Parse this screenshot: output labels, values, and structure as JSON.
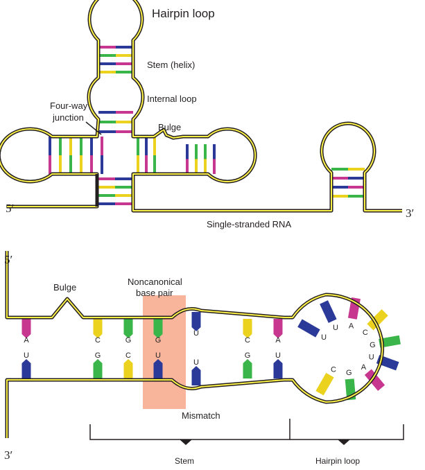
{
  "colors": {
    "A": "#c7378f",
    "U": "#2b3a98",
    "G": "#3ab54a",
    "C": "#ead21f",
    "strand_top": "#fff34a",
    "strand_bottom": "#f7941e",
    "outline": "#231f20",
    "highlight": "#f8a88b"
  },
  "top": {
    "labels": {
      "hairpin_loop": "Hairpin loop",
      "stem_helix": "Stem (helix)",
      "internal_loop": "Internal loop",
      "four_way_line1": "Four-way",
      "four_way_line2": "junction",
      "bulge": "Bulge",
      "single_stranded": "Single-stranded RNA"
    },
    "ends": {
      "five_prime": "5′",
      "three_prime": "3′"
    },
    "helices": {
      "upper_stem": [
        "A-U",
        "G-C",
        "U-A",
        "C-G"
      ],
      "middle_stem": [
        "U-A",
        "G-C",
        "U-A"
      ],
      "left_arm": [
        "U-A",
        "G-C",
        "C-G",
        "G-C",
        "U-A",
        "A-U"
      ],
      "right_near_arm": [
        "G-C",
        "U-A",
        "C-G"
      ],
      "right_far_arm": [
        "U-A",
        "G-C",
        "G-C",
        "U-A"
      ],
      "bottom_stem": [
        "A-U",
        "C-G",
        "G-C",
        "U-A"
      ],
      "far_hairpin": [
        "G-C",
        "A-U",
        "U-A",
        "C-G"
      ]
    }
  },
  "bottom": {
    "labels": {
      "bulge": "Bulge",
      "noncanonical_line1": "Noncanonical",
      "noncanonical_line2": "base pair",
      "mismatch": "Mismatch",
      "stem": "Stem",
      "hairpin_loop": "Hairpin loop"
    },
    "ends": {
      "five_prime": "5′",
      "three_prime": "3′"
    },
    "top_strand_bases": [
      "A",
      "C",
      "G",
      "G",
      "U",
      "C",
      "A"
    ],
    "bottom_strand_bases": [
      "U",
      "G",
      "C",
      "U",
      "U",
      "G",
      "U"
    ],
    "loop_bases": [
      "U",
      "U",
      "A",
      "C",
      "G",
      "U",
      "A",
      "G",
      "C"
    ]
  }
}
